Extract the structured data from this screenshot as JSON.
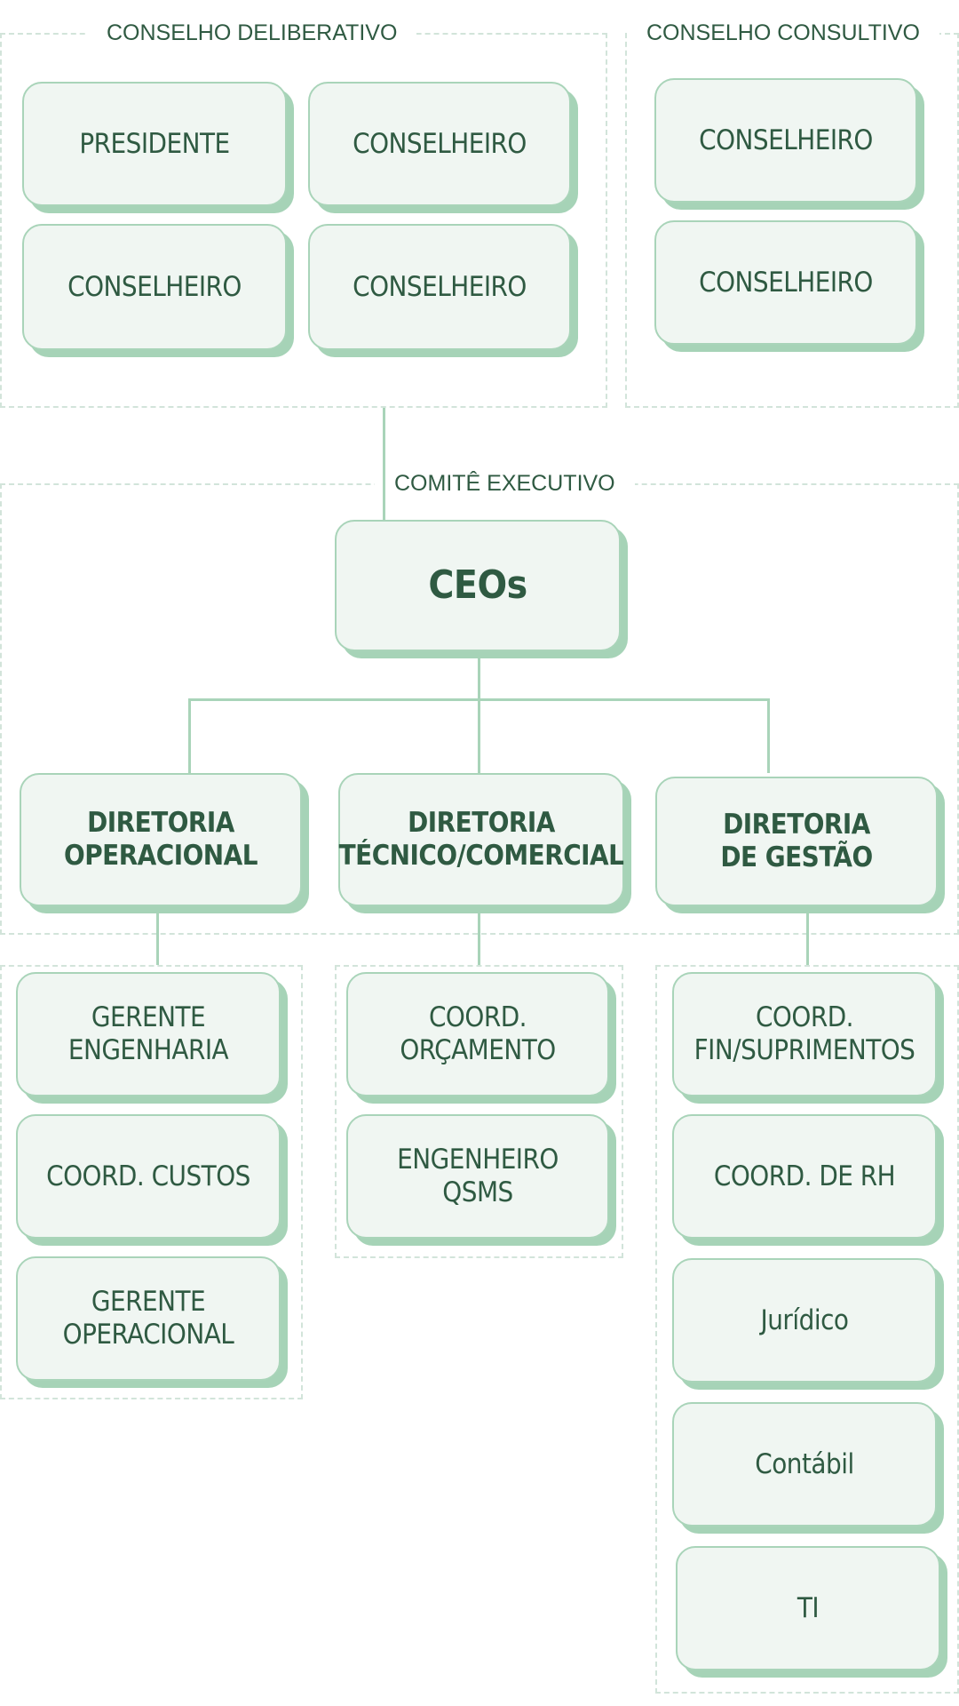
{
  "conselho_deliberativo": {
    "label": "CONSELHO DELIBERATIVO",
    "members": [
      "PRESIDENTE",
      "CONSELHEIRO",
      "CONSELHEIRO",
      "CONSELHEIRO"
    ]
  },
  "conselho_consultivo": {
    "label": "CONSELHO CONSULTIVO",
    "members": [
      "CONSELHEIRO",
      "CONSELHEIRO"
    ]
  },
  "comite_executivo": {
    "label": "COMITÊ EXECUTIVO",
    "ceo": "CEOs",
    "diretorias": [
      {
        "line1": "DIRETORIA",
        "line2": "OPERACIONAL"
      },
      {
        "line1": "DIRETORIA",
        "line2": "TÉCNICO/COMERCIAL"
      },
      {
        "line1": "DIRETORIA",
        "line2": "DE GESTÃO"
      }
    ]
  },
  "operacional": [
    {
      "line1": "GERENTE ENGENHARIA"
    },
    {
      "line1": "COORD. CUSTOS"
    },
    {
      "line1": "GERENTE",
      "line2": "OPERACIONAL"
    }
  ],
  "tecnico_comercial": [
    {
      "line1": "COORD. ORÇAMENTO"
    },
    {
      "line1": "ENGENHEIRO",
      "line2": "QSMS"
    }
  ],
  "gestao": [
    {
      "line1": "COORD.",
      "line2": "FIN/SUPRIMENTOS"
    },
    {
      "line1": "COORD. DE RH"
    },
    {
      "line1": "Jurídico"
    },
    {
      "line1": "Contábil"
    },
    {
      "line1": "TI"
    }
  ],
  "colors": {
    "box_fill": "#f0f6f2",
    "box_border": "#a9d4b9",
    "box_shadow": "#a6d3b7",
    "text": "#2f5a42",
    "group_border": "#d2e4da"
  }
}
